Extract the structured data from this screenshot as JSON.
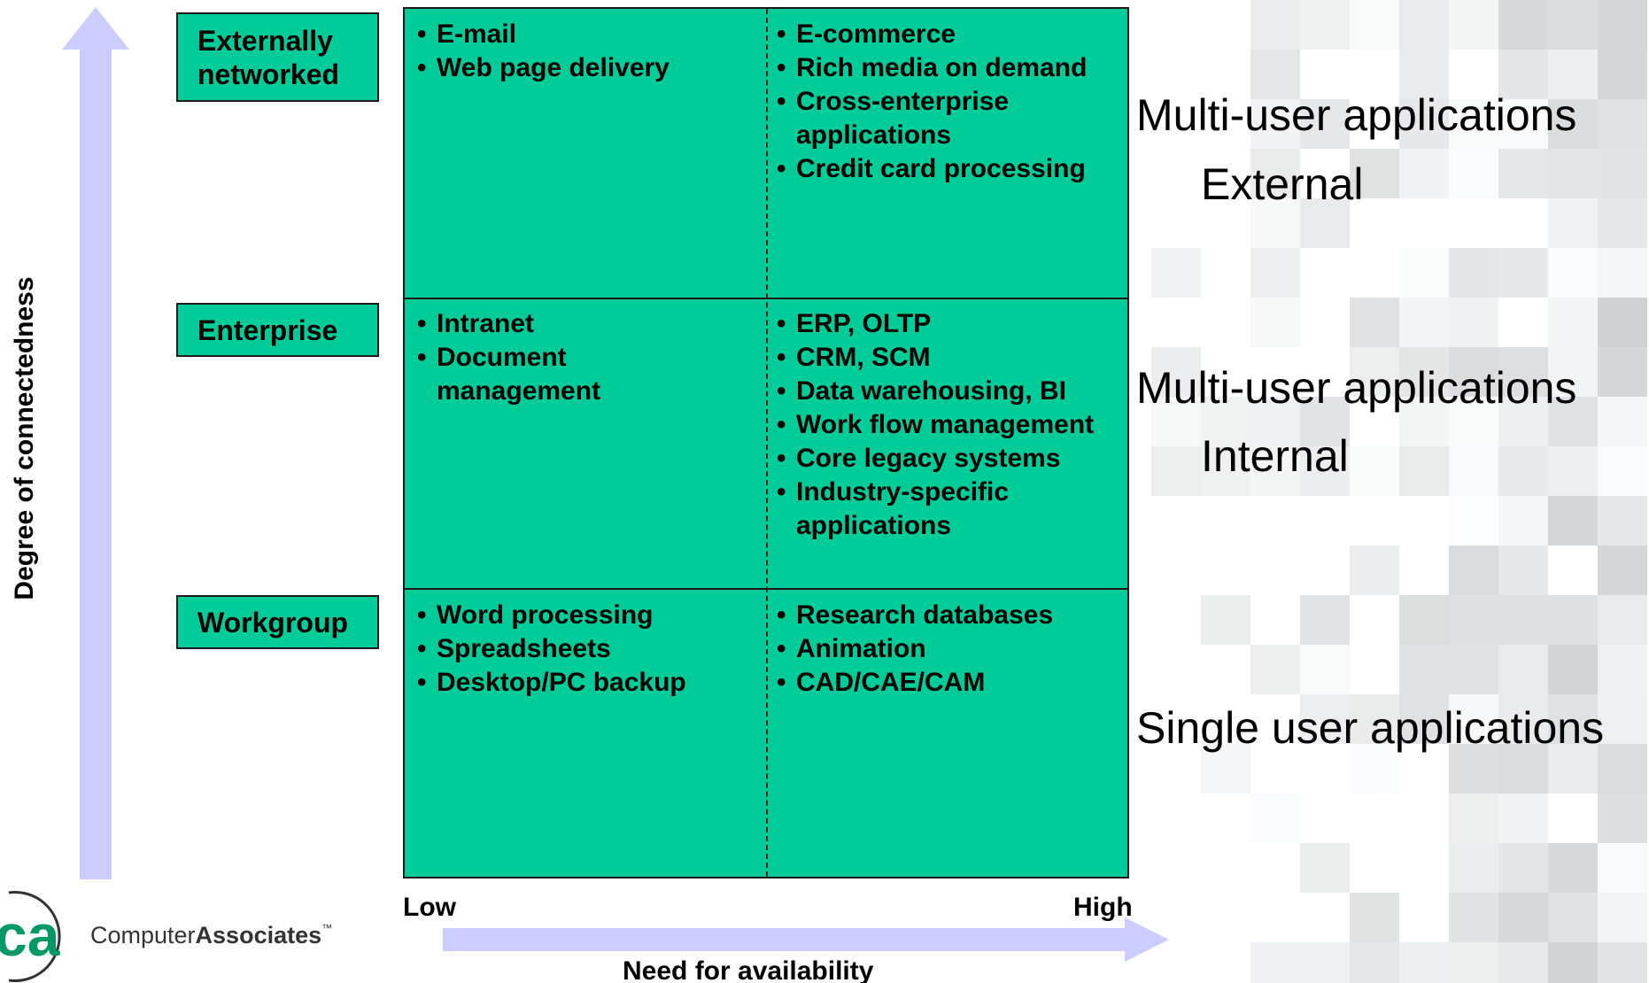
{
  "diagram": {
    "rows": [
      {
        "label": "Externally networked",
        "low": [
          "E-mail",
          "Web page delivery"
        ],
        "high": [
          "E-commerce",
          "Rich media on demand",
          "Cross-enterprise applications",
          "Credit card processing"
        ]
      },
      {
        "label": "Enterprise",
        "low": [
          "Intranet",
          "Document management"
        ],
        "high": [
          "ERP, OLTP",
          "CRM, SCM",
          "Data warehousing, BI",
          "Work flow management",
          "Core legacy systems",
          "Industry-specific applications"
        ]
      },
      {
        "label": "Workgroup",
        "low": [
          "Word processing",
          "Spreadsheets",
          "Desktop/PC backup"
        ],
        "high": [
          "Research databases",
          "Animation",
          "CAD/CAE/CAM"
        ]
      }
    ],
    "right_labels": [
      {
        "title": "Multi-user applications",
        "sub": "External"
      },
      {
        "title": "Multi-user applications",
        "sub": "Internal"
      },
      {
        "title": "Single user applications",
        "sub": ""
      }
    ],
    "x_axis": {
      "low": "Low",
      "high": "High",
      "label": "Need for availability"
    },
    "y_axis": {
      "label": "Degree of connectedness"
    }
  },
  "logo": {
    "text_light": "Computer",
    "text_bold": "Associates",
    "mark": "ca"
  },
  "colors": {
    "cell_fill": "#00cc99",
    "arrow": "#ccccff",
    "border": "#1a1a1a"
  }
}
